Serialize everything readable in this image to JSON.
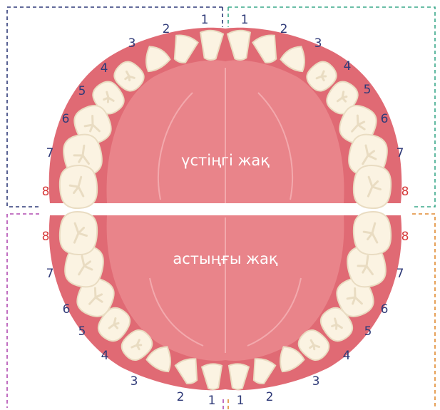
{
  "upper_jaw": {
    "label": "үстіңгі жақ",
    "left_numbers": [
      "1",
      "2",
      "3",
      "4",
      "5",
      "6",
      "7",
      "8"
    ],
    "right_numbers": [
      "1",
      "2",
      "3",
      "4",
      "5",
      "6",
      "7",
      "8"
    ]
  },
  "lower_jaw": {
    "label": "астыңғы жақ",
    "left_numbers": [
      "1",
      "2",
      "3",
      "4",
      "5",
      "6",
      "7",
      "8"
    ],
    "right_numbers": [
      "1",
      "2",
      "3",
      "4",
      "5",
      "6",
      "7",
      "8"
    ]
  },
  "colors": {
    "gum": "#e06a74",
    "palate": "#e9848a",
    "tooth": "#fbf3e2",
    "tooth_shadow": "#e9dcc2",
    "number": "#2f3a78",
    "number_molar": "#d63a3a",
    "quadrant_upper_left": "#2f3a78",
    "quadrant_upper_right": "#3aa88a",
    "quadrant_lower_left": "#b04ab0",
    "quadrant_lower_right": "#e08a30"
  }
}
